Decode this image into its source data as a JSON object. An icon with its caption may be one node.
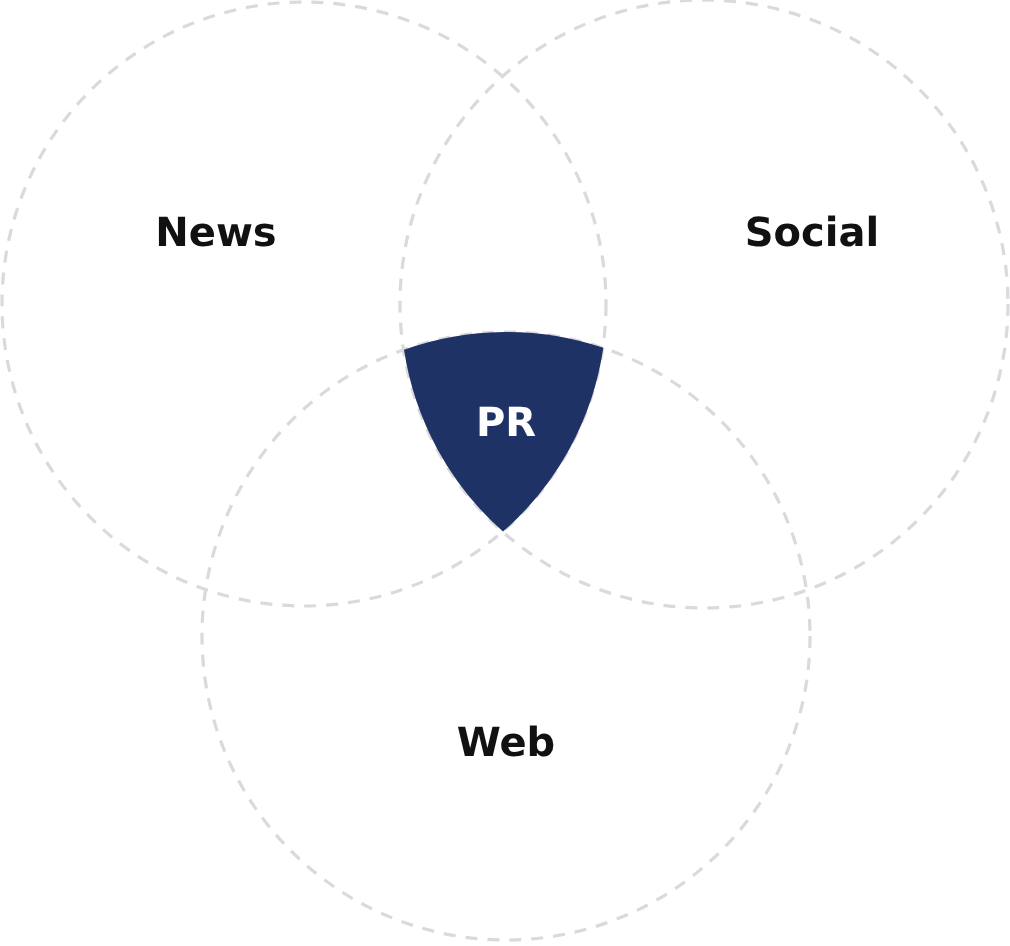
{
  "diagram": {
    "nodes": [
      {
        "text": [
          "News"
        ]
      },
      {
        "text": [
          "Social"
        ]
      },
      {
        "text": [
          "PR"
        ]
      },
      {
        "text": [
          "Web"
        ]
      }
    ]
  }
}
